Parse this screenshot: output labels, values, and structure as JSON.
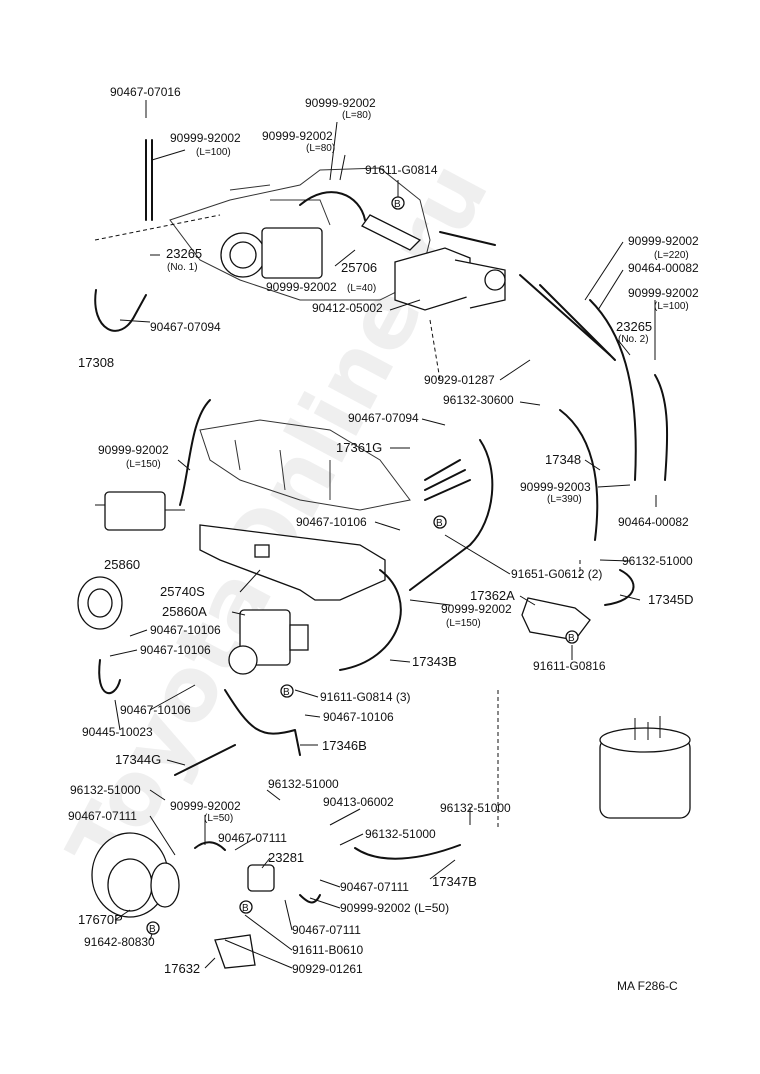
{
  "diagram_code": "MA F286-C",
  "watermark": "ToyotaOnline.ru",
  "labels": {
    "l01": "90467-07016",
    "l02": "90999-92002",
    "l02b": "(L=80)",
    "l03": "90999-92002",
    "l03b": "(L=100)",
    "l04": "90999-92002",
    "l04b": "(L=80)",
    "l05": "91611-G0814",
    "l06": "23265",
    "l06b": "(No. 1)",
    "l07": "25706",
    "l08": "90999-92002",
    "l09": "(L=40)",
    "l10": "90412-05002",
    "l11": "90467-07094",
    "l12": "17308",
    "l13": "90999-92002",
    "l13b": "(L=220)",
    "l14": "90464-00082",
    "l15": "90999-92002",
    "l15b": "(L=100)",
    "l16": "23265",
    "l16b": "(No. 2)",
    "l17": "90929-01287",
    "l18": "96132-30600",
    "l19": "90467-07094",
    "l20": "17361G",
    "l21": "17348",
    "l22": "90999-92002",
    "l22b": "(L=150)",
    "l23": "90999-92003",
    "l23b": "(L=390)",
    "l24": "90464-00082",
    "l25": "90467-10106",
    "l26": "25860",
    "l27": "91651-G0612 (2)",
    "l28": "96132-51000",
    "l29": "25740S",
    "l30": "17362A",
    "l31": "17345D",
    "l32": "25860A",
    "l33": "90999-92002",
    "l33b": "(L=150)",
    "l34": "90467-10106",
    "l35": "90467-10106",
    "l36": "91611-G0816",
    "l37": "17343B",
    "l38": "91611-G0814 (3)",
    "l39": "90467-10106",
    "l40": "90467-10106",
    "l41": "90445-10023",
    "l42": "17346B",
    "l43": "17344G",
    "l44": "96132-51000",
    "l45": "96132-51000",
    "l46": "90999-92002",
    "l47": "(L=50)",
    "l48": "90413-06002",
    "l49": "90467-07111",
    "l50": "96132-51000",
    "l51": "96132-51000",
    "l52": "90467-07111",
    "l53": "23281",
    "l54": "17347B",
    "l55": "90467-07111",
    "l56": "90999-92002 (L=50)",
    "l57": "17670P",
    "l58": "90467-07111",
    "l59": "91642-80830",
    "l60": "91611-B0610",
    "l61": "17632",
    "l62": "90929-01261"
  }
}
